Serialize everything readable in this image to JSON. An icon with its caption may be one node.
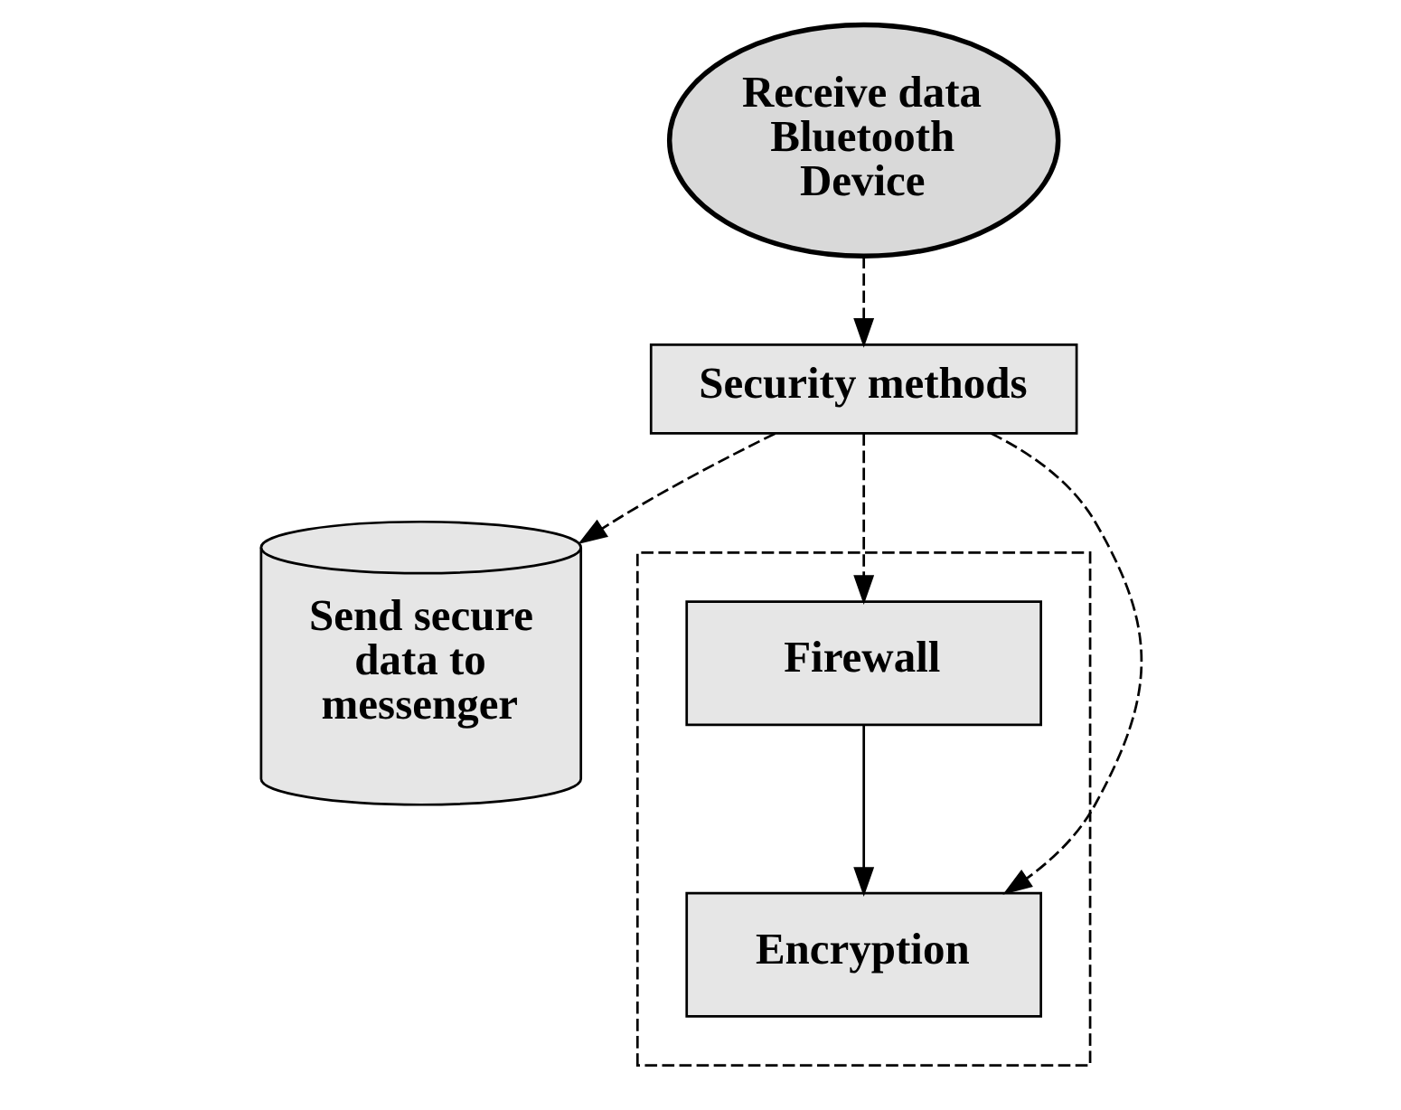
{
  "diagram": {
    "nodes": [
      {
        "text": [
          "Receive data Bluetooth Device"
        ]
      },
      {
        "text": [
          "Security methods"
        ]
      },
      {
        "text": [
          "Send secure data to messenger"
        ]
      },
      {
        "text": [],
        "shape": "box"
      },
      {
        "text": [
          "Firewall"
        ],
        "in": 3
      },
      {
        "text": [
          "Encryption"
        ],
        "in": 3
      }
    ],
    "edges": [
      {
        "from": 0,
        "to": 1,
        "arrow": "to",
        "style": "dashed"
      },
      {
        "from": 1,
        "to": 2,
        "arrow": "to",
        "style": "dashed"
      },
      {
        "from": 1,
        "to": 4,
        "arrow": "to",
        "style": "dashed"
      },
      {
        "from": 1,
        "to": 5,
        "arrow": "to",
        "style": "dashed"
      },
      {
        "from": 4,
        "to": 5,
        "arrow": "to"
      }
    ]
  }
}
